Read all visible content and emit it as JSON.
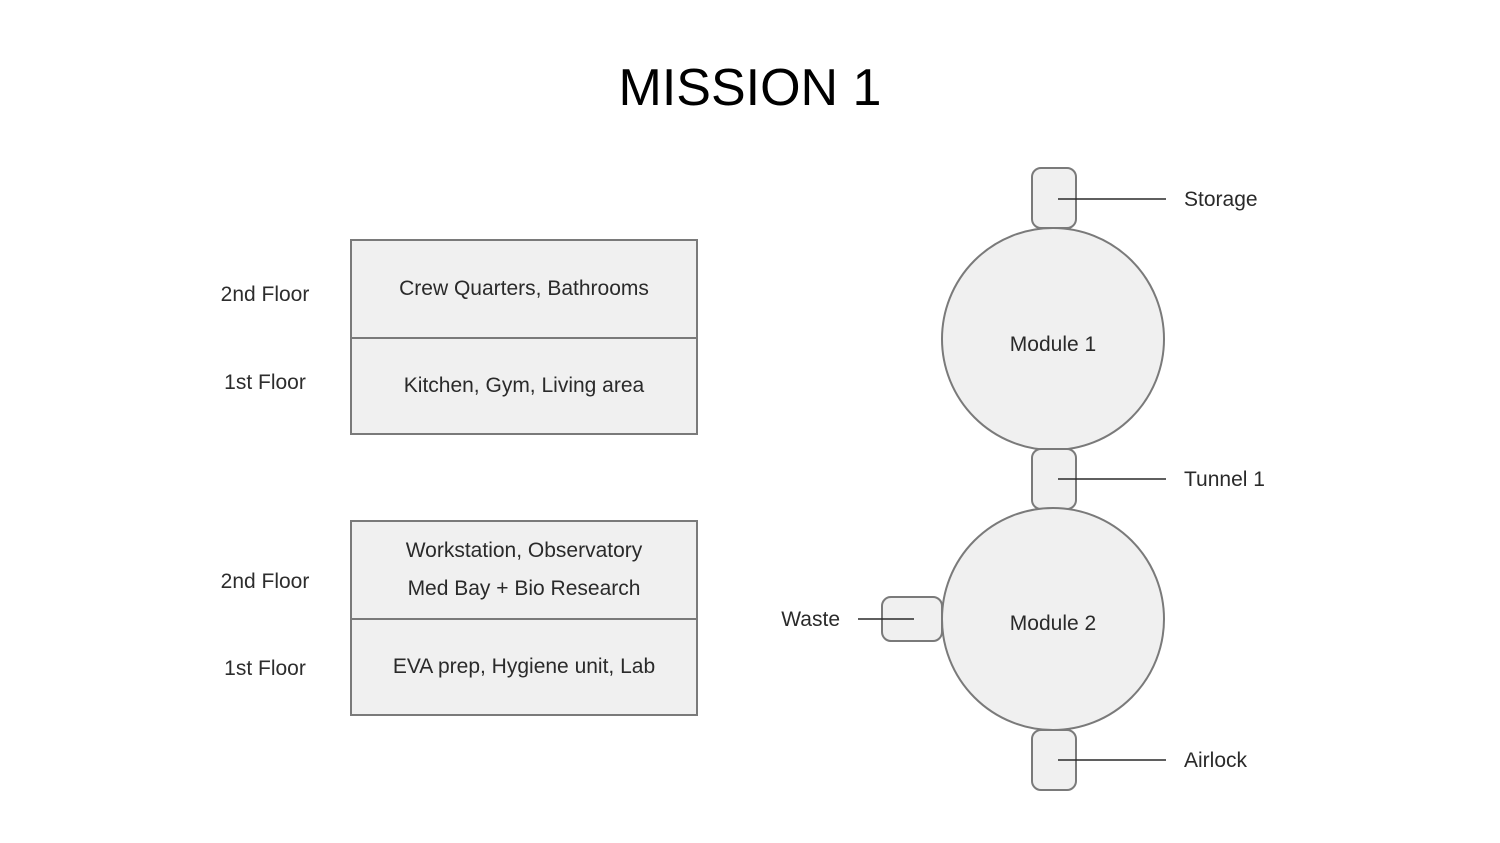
{
  "title": "MISSION 1",
  "habitat_a": {
    "floors": [
      {
        "label": "2nd Floor",
        "rooms": [
          "Crew Quarters, Bathrooms"
        ]
      },
      {
        "label": "1st Floor",
        "rooms": [
          "Kitchen, Gym, Living area"
        ]
      }
    ]
  },
  "habitat_b": {
    "floors": [
      {
        "label": "2nd Floor",
        "rooms": [
          "Workstation, Observatory",
          "Med Bay + Bio Research"
        ]
      },
      {
        "label": "1st Floor",
        "rooms": [
          "EVA prep, Hygiene unit, Lab"
        ]
      }
    ]
  },
  "layout": {
    "modules": [
      "Module 1",
      "Module 2"
    ],
    "connectors": {
      "storage": "Storage",
      "tunnel": "Tunnel 1",
      "waste": "Waste",
      "airlock": "Airlock"
    }
  },
  "colors": {
    "fill": "#f0f0f0",
    "stroke": "#7a7a7a",
    "text": "#2a2a2a",
    "title": "#000000"
  }
}
